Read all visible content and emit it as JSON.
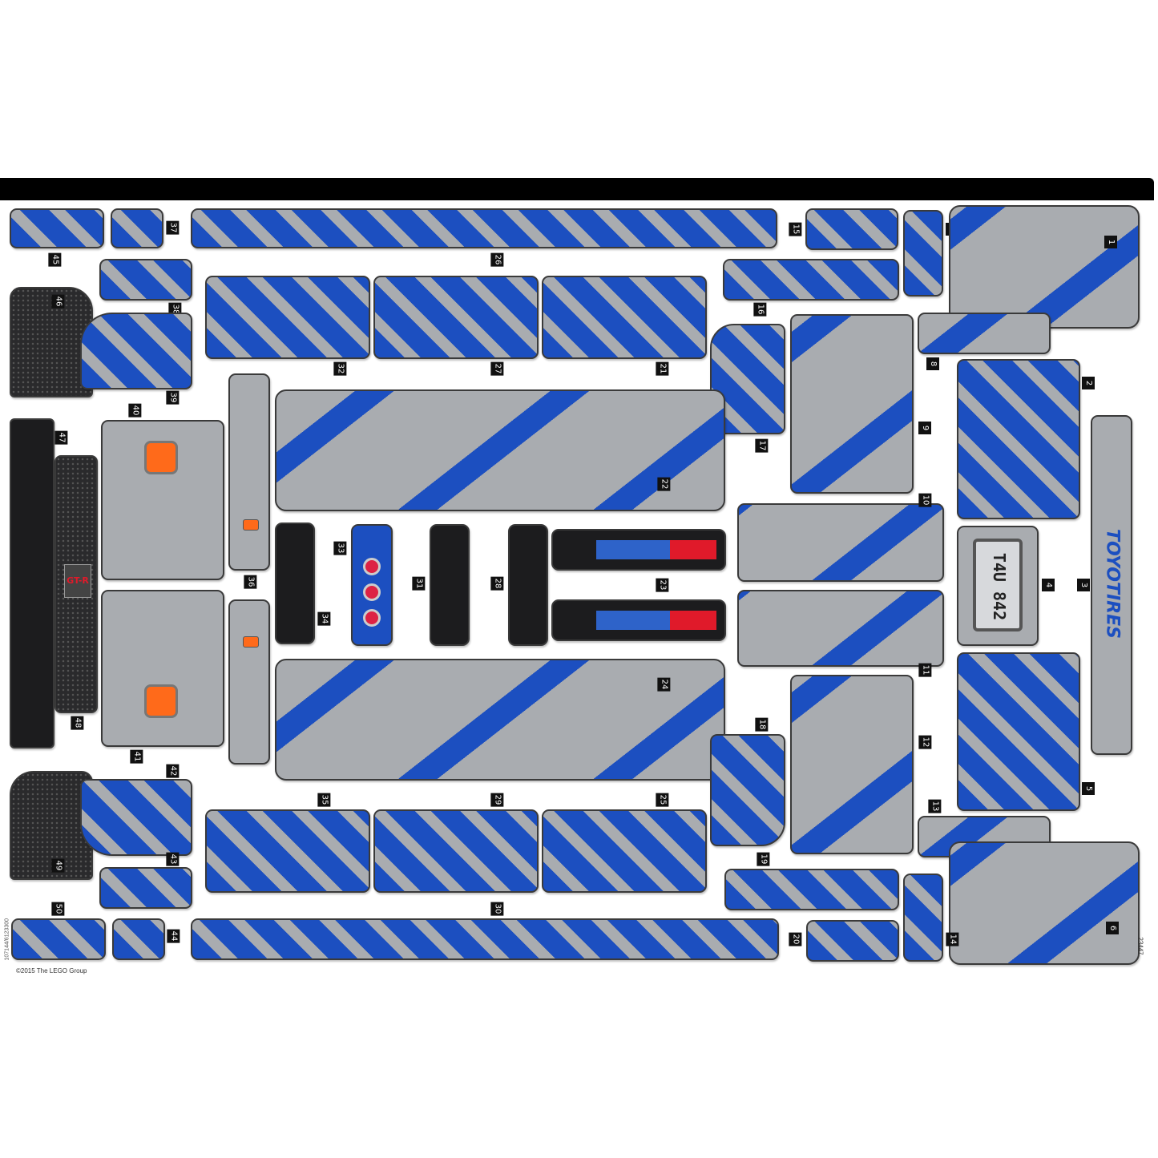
{
  "sheet": {
    "brand_text": "TOYOTIRES",
    "plate_text": "T4U 842",
    "logo_text": "GT-R",
    "copyright": "©2015 The LEGO Group",
    "side_code": "107144/6123300",
    "set_number": "23447"
  },
  "colors": {
    "blue": "#1c4fc0",
    "grey": "#a9acb0",
    "orange": "#ff6a1a",
    "red": "#e01a2a"
  },
  "stickers": [
    {
      "id": "45",
      "label": "45"
    },
    {
      "id": "37",
      "label": "37"
    },
    {
      "id": "26",
      "label": "26"
    },
    {
      "id": "15",
      "label": "15"
    },
    {
      "id": "7",
      "label": "7"
    },
    {
      "id": "1",
      "label": "1"
    },
    {
      "id": "38",
      "label": "38"
    },
    {
      "id": "16",
      "label": "16"
    },
    {
      "id": "46",
      "label": "46"
    },
    {
      "id": "32",
      "label": "32"
    },
    {
      "id": "27",
      "label": "27"
    },
    {
      "id": "21",
      "label": "21"
    },
    {
      "id": "39",
      "label": "39"
    },
    {
      "id": "8",
      "label": "8"
    },
    {
      "id": "17",
      "label": "17"
    },
    {
      "id": "9",
      "label": "9"
    },
    {
      "id": "2",
      "label": "2"
    },
    {
      "id": "40",
      "label": "40"
    },
    {
      "id": "47",
      "label": "47"
    },
    {
      "id": "22",
      "label": "22"
    },
    {
      "id": "10",
      "label": "10"
    },
    {
      "id": "36",
      "label": "36"
    },
    {
      "id": "33",
      "label": "33"
    },
    {
      "id": "31",
      "label": "31"
    },
    {
      "id": "28",
      "label": "28"
    },
    {
      "id": "23",
      "label": "23"
    },
    {
      "id": "4",
      "label": "4"
    },
    {
      "id": "3",
      "label": "3"
    },
    {
      "id": "34",
      "label": "34"
    },
    {
      "id": "11",
      "label": "11"
    },
    {
      "id": "24",
      "label": "24"
    },
    {
      "id": "48",
      "label": "48"
    },
    {
      "id": "41",
      "label": "41"
    },
    {
      "id": "18",
      "label": "18"
    },
    {
      "id": "12",
      "label": "12"
    },
    {
      "id": "42",
      "label": "42"
    },
    {
      "id": "5",
      "label": "5"
    },
    {
      "id": "35",
      "label": "35"
    },
    {
      "id": "29",
      "label": "29"
    },
    {
      "id": "25",
      "label": "25"
    },
    {
      "id": "13",
      "label": "13"
    },
    {
      "id": "49",
      "label": "49"
    },
    {
      "id": "43",
      "label": "43"
    },
    {
      "id": "19",
      "label": "19"
    },
    {
      "id": "50",
      "label": "50"
    },
    {
      "id": "30",
      "label": "30"
    },
    {
      "id": "44",
      "label": "44"
    },
    {
      "id": "20",
      "label": "20"
    },
    {
      "id": "14",
      "label": "14"
    },
    {
      "id": "6",
      "label": "6"
    }
  ]
}
